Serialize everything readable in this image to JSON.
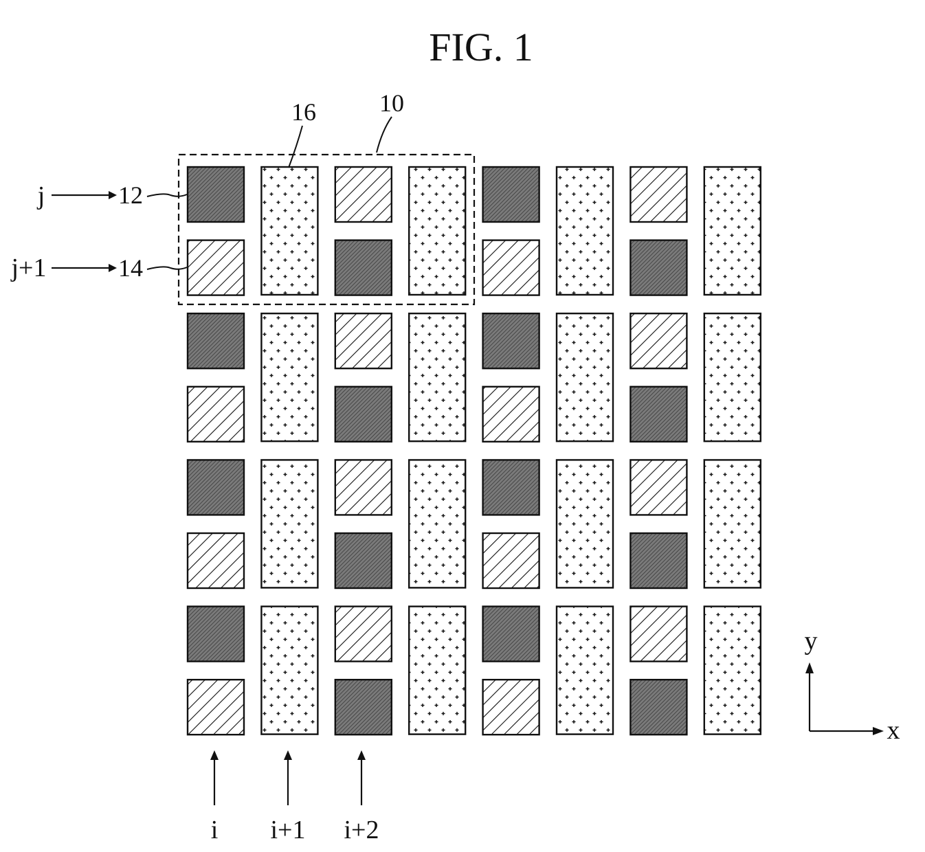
{
  "figure": {
    "title": "FIG. 1",
    "labels": {
      "ref_10": "10",
      "ref_12": "12",
      "ref_14": "14",
      "ref_16": "16",
      "row_j": "j",
      "row_j1": "j+1",
      "col_i": "i",
      "col_i1": "i+1",
      "col_i2": "i+2",
      "axis_x": "x",
      "axis_y": "y"
    },
    "colors": {
      "line": "#111111",
      "dark_fill": "#6e6e6e",
      "background": "#ffffff"
    },
    "grid": {
      "columns": 8,
      "rows": 8,
      "column_pattern": [
        "alternating-square",
        "tall-dotted",
        "alternating-square",
        "tall-dotted",
        "alternating-square",
        "tall-dotted",
        "alternating-square",
        "tall-dotted"
      ],
      "square_fill_cycle_even_col": [
        "dark-crosshatch",
        "diagonal-hatch"
      ],
      "square_fill_cycle_odd_col": [
        "diagonal-hatch",
        "dark-crosshatch"
      ]
    }
  }
}
